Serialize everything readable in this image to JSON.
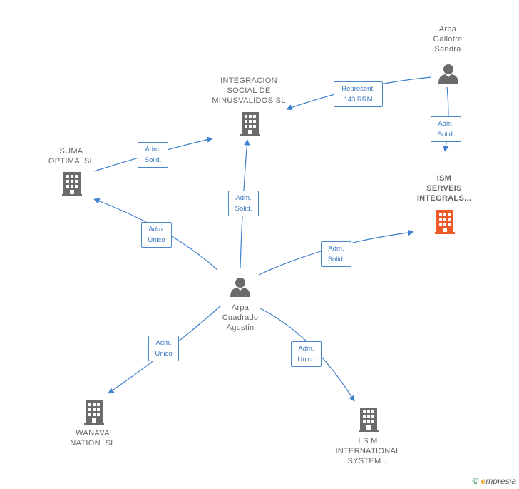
{
  "colors": {
    "edge": "#3d7fcc",
    "node_gray": "#6b6b6b",
    "node_accent": "#f05a28",
    "label_text": "#666666"
  },
  "nodes": {
    "integracion": {
      "lines": [
        "INTEGRACION",
        "SOCIAL DE",
        "MINUSVALIDOS SL"
      ],
      "icon": "building-icon"
    },
    "suma": {
      "lines": [
        "SUMA",
        "OPTIMA  SL"
      ],
      "icon": "building-icon"
    },
    "ism_serveis": {
      "lines": [
        "ISM",
        "SERVEIS",
        "INTEGRALS..."
      ],
      "icon": "building-icon"
    },
    "wanava": {
      "lines": [
        "WANAVA",
        "NATION  SL"
      ],
      "icon": "building-icon"
    },
    "ism_international": {
      "lines": [
        "I S M",
        "INTERNATIONAL",
        "SYSTEM..."
      ],
      "icon": "building-icon"
    },
    "gallofre": {
      "lines": [
        "Arpa",
        "Gallofre",
        "Sandra"
      ],
      "icon": "person-icon"
    },
    "cuadrado": {
      "lines": [
        "Arpa",
        "Cuadrado",
        "Agustin"
      ],
      "icon": "person-icon"
    }
  },
  "edge_labels": {
    "represent": [
      "Represent.",
      "143 RRM"
    ],
    "gallofre_ism": [
      "Adm.",
      "Solid."
    ],
    "suma_integracion": [
      "Adm.",
      "Solid."
    ],
    "cuadrado_integracion": [
      "Adm.",
      "Solid."
    ],
    "cuadrado_suma": [
      "Adm.",
      "Unico"
    ],
    "cuadrado_ism": [
      "Adm.",
      "Solid."
    ],
    "cuadrado_wanava": [
      "Adm.",
      "Unico"
    ],
    "cuadrado_ism_international": [
      "Adm.",
      "Unico"
    ]
  },
  "footer": {
    "copyright": "©",
    "brand_e": "e",
    "brand_rest": "mpresia"
  }
}
